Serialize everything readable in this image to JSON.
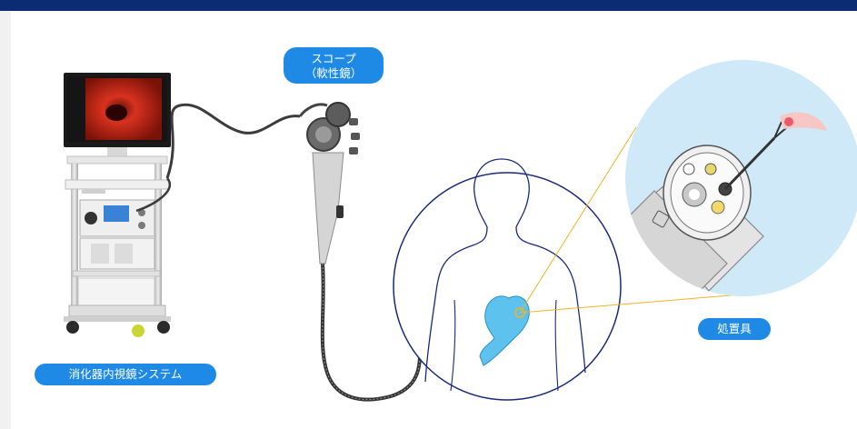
{
  "labels": {
    "scope_line1": "スコープ",
    "scope_line2": "（軟性鏡）",
    "system": "消化器内視鏡システム",
    "tool": "処置具"
  },
  "colors": {
    "header_bar": "#0c2b73",
    "label_pill": "#1e8ae6",
    "body_outline": "#1a2a7a",
    "stomach": "#5ec2ee",
    "magnifier_fill": "#cfe9f8",
    "leader_line": "#f0b323"
  },
  "icons": [
    "endoscopy-cart-illustration",
    "endoscope-illustration",
    "human-body-illustration",
    "scope-tip-closeup-illustration"
  ]
}
